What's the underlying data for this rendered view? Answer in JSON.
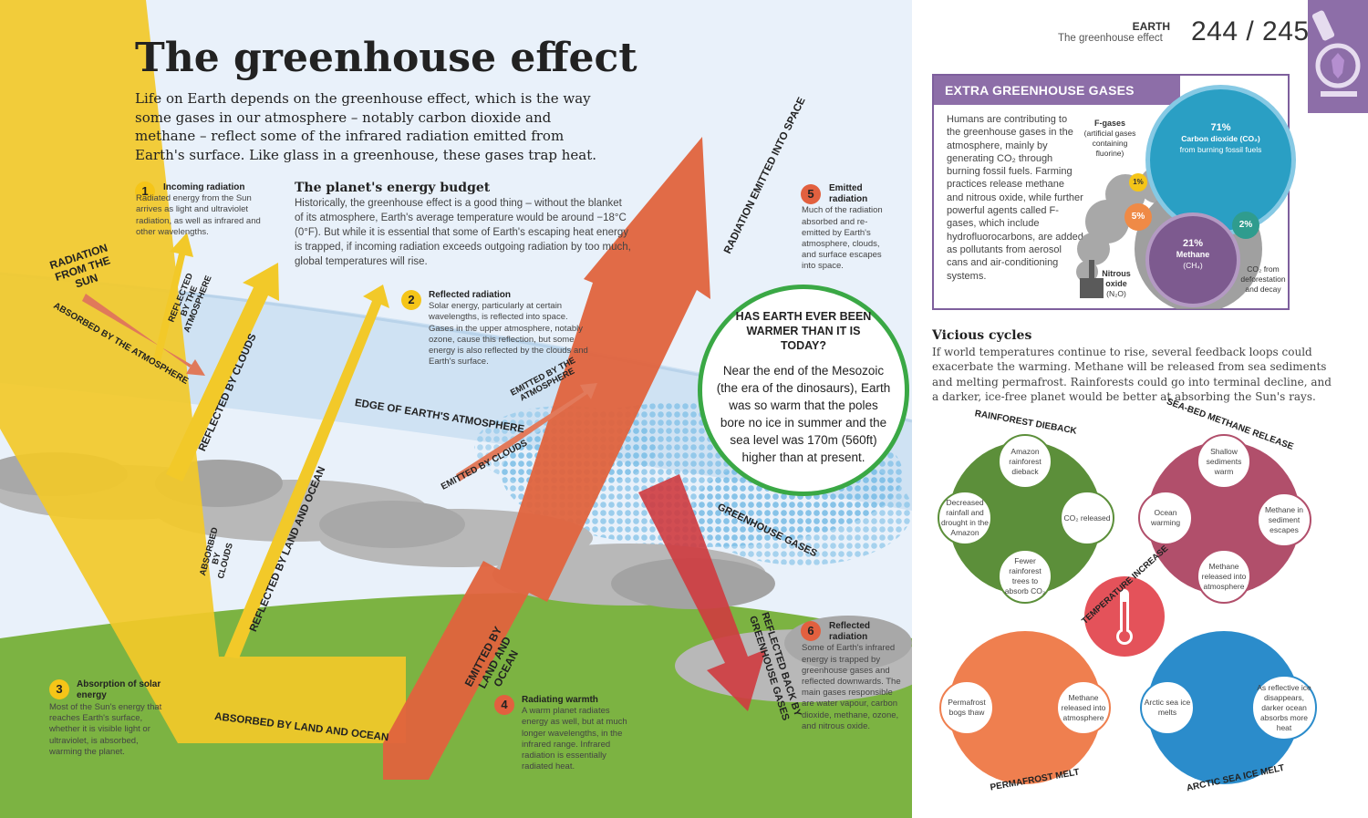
{
  "left_page": {
    "title": "The greenhouse effect",
    "intro": "Life on Earth depends on the greenhouse effect, which is the way some gases in our atmosphere – notably carbon dioxide and methane – reflect some of the infrared radiation emitted from Earth's surface. Like glass in a greenhouse, these gases trap heat.",
    "budget_heading": "The planet's energy budget",
    "budget_text": "Historically, the greenhouse effect is a good thing – without the blanket of its atmosphere, Earth's average temperature would be around −18°C (0°F). But while it is essential that some of Earth's escaping heat energy is trapped, if incoming radiation exceeds outgoing radiation by too much, global temperatures will rise.",
    "steps": [
      {
        "num": "1",
        "title": "Incoming radiation",
        "text": "Radiated energy from the Sun arrives as light and ultraviolet radiation, as well as infrared and other wavelengths."
      },
      {
        "num": "2",
        "title": "Reflected radiation",
        "text": "Solar energy, particularly at certain wavelengths, is reflected into space. Gases in the upper atmosphere, notably ozone, cause this reflection, but some energy is also reflected by the clouds and Earth's surface."
      },
      {
        "num": "3",
        "title": "Absorption of solar energy",
        "text": "Most of the Sun's energy that reaches Earth's surface, whether it is visible light or ultraviolet, is absorbed, warming the planet."
      },
      {
        "num": "4",
        "title": "Radiating warmth",
        "text": "A warm planet radiates energy as well, but at much longer wavelengths, in the infrared range. Infrared radiation is essentially radiated heat."
      },
      {
        "num": "5",
        "title": "Emitted radiation",
        "text": "Much of the radiation absorbed and re-emitted by Earth's atmosphere, clouds, and surface escapes into space."
      },
      {
        "num": "6",
        "title": "Reflected radiation",
        "text": "Some of Earth's infrared energy is trapped by greenhouse gases and reflected downwards. The main gases responsible are water vapour, carbon dioxide, methane, ozone, and nitrous oxide."
      }
    ],
    "arrow_labels": {
      "sun": "RADIATION FROM THE SUN",
      "absorbed_atmos": "ABSORBED BY THE ATMOSPHERE",
      "reflected_atmos": "REFLECTED BY THE ATMOSPHERE",
      "reflected_clouds": "REFLECTED BY CLOUDS",
      "absorbed_clouds": "ABSORBED BY CLOUDS",
      "reflected_land": "REFLECTED BY LAND AND OCEAN",
      "absorbed_land": "ABSORBED BY LAND AND OCEAN",
      "emitted_land": "EMITTED BY LAND AND OCEAN",
      "emitted_space": "RADIATION EMITTED INTO SPACE",
      "emitted_atmos": "EMITTED BY THE ATMOSPHERE",
      "emitted_clouds": "EMITTED BY CLOUDS",
      "edge": "EDGE OF EARTH'S ATMOSPHERE",
      "ghg": "GREENHOUSE GASES",
      "reflected_ghg": "REFLECTED BACK BY GREENHOUSE GASES"
    },
    "warmer": {
      "question": "HAS EARTH EVER BEEN WARMER THAN IT IS TODAY?",
      "answer": "Near the end of the Mesozoic (the era of the dinosaurs), Earth was so warm that the poles bore no ice in summer and the sea level was 170m (560ft) higher than at present."
    }
  },
  "right_page": {
    "section": "EARTH",
    "subtitle": "The greenhouse effect",
    "page_numbers": "244 / 245",
    "box_title": "EXTRA GREENHOUSE GASES",
    "box_text": "Humans are contributing to the greenhouse gases in the atmosphere, mainly by generating CO₂ through burning fossil fuels. Farming practices release methane and nitrous oxide, while further powerful agents called F-gases, which include hydrofluorocarbons, are added as pollutants from aerosol cans and air-conditioning systems.",
    "gases": [
      {
        "pct": "71%",
        "name": "Carbon dioxide (CO₂)",
        "note": "from burning fossil fuels",
        "color": "#2a9fc4"
      },
      {
        "pct": "21%",
        "name": "Methane",
        "note": "(CH₄)",
        "color": "#7d5a8f"
      },
      {
        "pct": "5%",
        "name": "Nitrous oxide",
        "note": "(N₂O)",
        "color": "#ef8a46"
      },
      {
        "pct": "2%",
        "name": "CO₂ from deforestation and decay",
        "note": "",
        "color": "#2f9c8e"
      },
      {
        "pct": "1%",
        "name": "F-gases",
        "note": "(artificial gases containing fluorine)",
        "color": "#f5c518"
      }
    ],
    "gas_labels": {
      "fgases_title": "F-gases",
      "fgases_note": "(artificial gases containing fluorine)",
      "nitrous_title": "Nitrous oxide",
      "nitrous_note": "(N₂O)",
      "co2_note": "CO₂ from deforestation and decay"
    },
    "vicious_heading": "Vicious cycles",
    "vicious_text": "If world temperatures continue to rise, several feedback loops could exacerbate the warming. Methane will be released from sea sediments and melting permafrost. Rainforests could go into terminal decline, and a darker, ice-free planet would be better at absorbing the Sun's rays.",
    "center_label": "TEMPERATURE INCREASE",
    "cycles": [
      {
        "title": "RAINFOREST DIEBACK",
        "nodes": [
          "Amazon rainforest dieback",
          "CO₂ released",
          "Fewer rainforest trees to absorb CO₂",
          "Decreased rainfall and drought in the Amazon"
        ]
      },
      {
        "title": "SEA-BED METHANE RELEASE",
        "nodes": [
          "Shallow sediments warm",
          "Methane in sediment escapes",
          "Methane released into atmosphere",
          "Ocean warming"
        ]
      },
      {
        "title": "PERMAFROST MELT",
        "nodes": [
          "Permafrost bogs thaw",
          "Methane released into atmosphere"
        ]
      },
      {
        "title": "ARCTIC SEA ICE MELT",
        "nodes": [
          "Arctic sea ice melts",
          "As reflective ice disappears, darker ocean absorbs more heat"
        ]
      }
    ]
  },
  "colors": {
    "sun_yellow": "#f2c929",
    "emitted_orange": "#e0633d",
    "reflected_red": "#cf3b3f",
    "land_green": "#7cb342",
    "box_purple": "#8d6ea8",
    "warmer_green": "#3aa845"
  }
}
